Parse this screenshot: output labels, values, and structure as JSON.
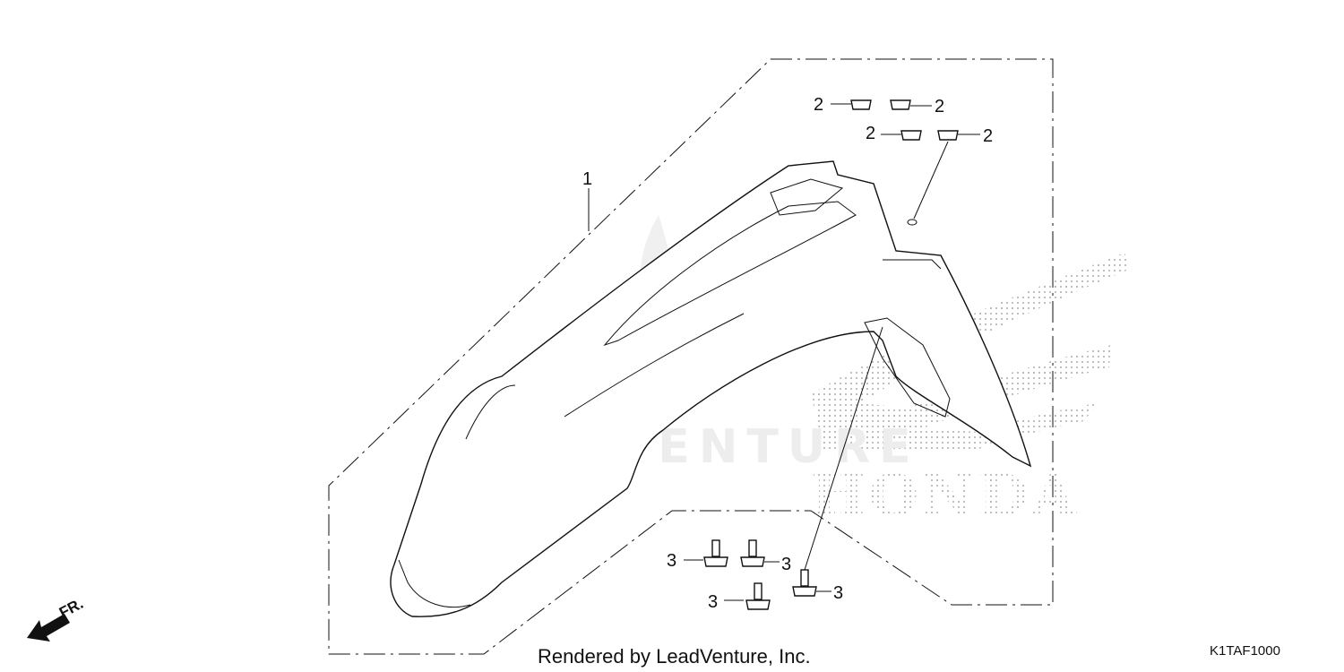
{
  "diagram": {
    "callouts": {
      "fender": "1",
      "grommets": [
        "2",
        "2",
        "2",
        "2"
      ],
      "bolts": [
        "3",
        "3",
        "3",
        "3"
      ]
    },
    "direction_indicator": "FR.",
    "credit": "Rendered by LeadVenture, Inc.",
    "diagram_code": "K1TAF1000",
    "watermark_text": "LEADVENTURE",
    "brand_watermark_text": "HONDA"
  }
}
